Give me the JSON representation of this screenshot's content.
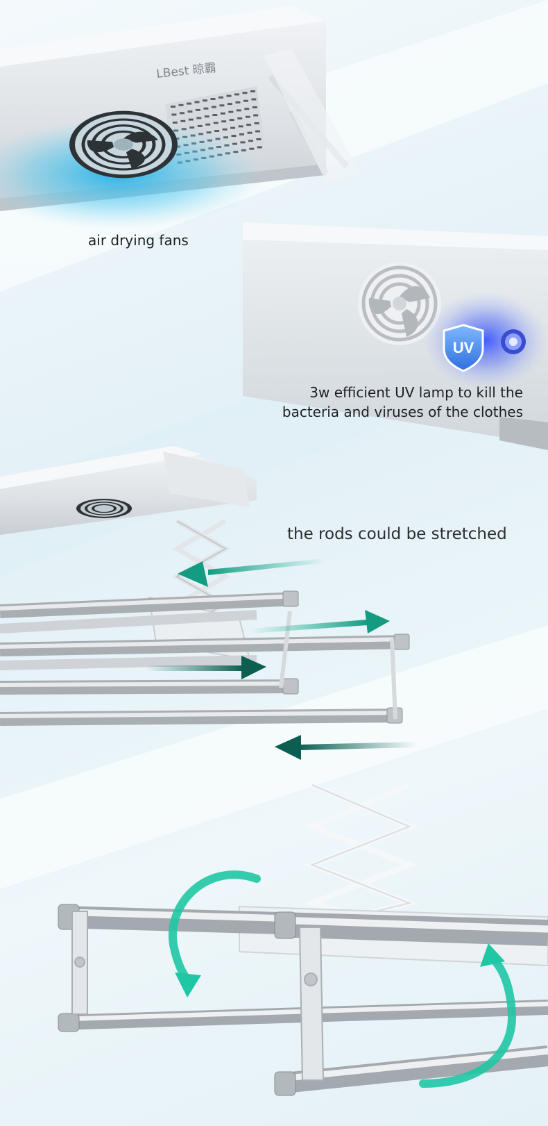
{
  "brand": {
    "logo_text": "LBest 晾霸"
  },
  "captions": {
    "fans": "air drying fans",
    "uv_line1": "3w efficient UV lamp to kill the",
    "uv_line2": "bacteria and viruses of the clothes",
    "rods": "the rods could be stretched"
  },
  "badge": {
    "uv_label": "UV"
  },
  "colors": {
    "teal_arrow": "#1aa88d",
    "dark_teal_arrow": "#0f6b5c",
    "uv_glow": "#3a5cf0",
    "fan_blue": "#27b7e8",
    "rod_gray": "#b8bcc0"
  },
  "icons": [
    "fan-icon",
    "uv-shield-icon",
    "uv-lamp-icon",
    "arrow-left-icon",
    "arrow-right-icon",
    "rotate-arrow-icon"
  ]
}
